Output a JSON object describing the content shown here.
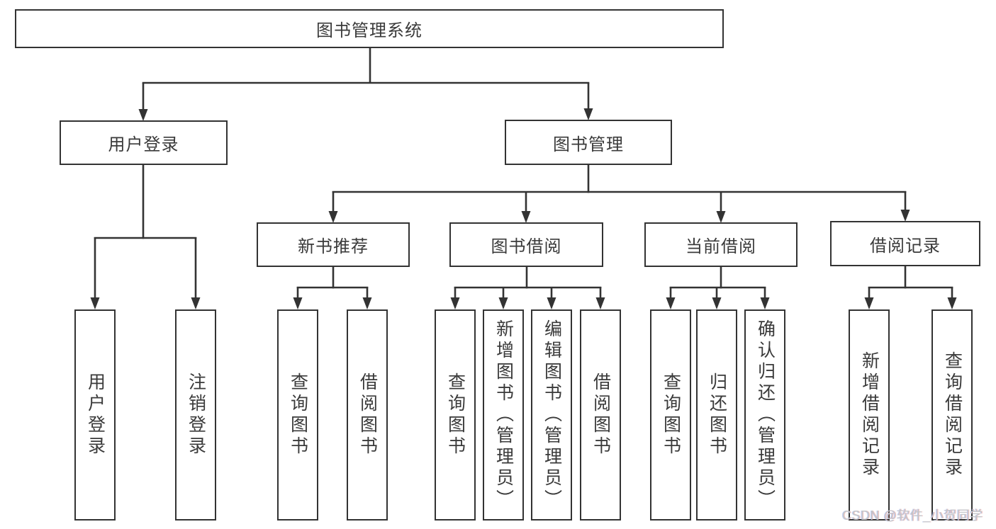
{
  "diagram": {
    "type": "tree",
    "title": "图书管理系统",
    "nodes": [
      {
        "id": "root",
        "label": "图书管理系统"
      },
      {
        "id": "user-login",
        "label": "用户登录"
      },
      {
        "id": "book-management",
        "label": "图书管理"
      },
      {
        "id": "new-book-recommend",
        "label": "新书推荐"
      },
      {
        "id": "book-borrowing",
        "label": "图书借阅"
      },
      {
        "id": "current-borrowing",
        "label": "当前借阅"
      },
      {
        "id": "borrowing-records",
        "label": "借阅记录"
      },
      {
        "id": "leaf-user-login",
        "label": "用户登录"
      },
      {
        "id": "leaf-logout",
        "label": "注销登录"
      },
      {
        "id": "leaf-query-books-1",
        "label": "查询图书"
      },
      {
        "id": "leaf-borrow-books-1",
        "label": "借阅图书"
      },
      {
        "id": "leaf-query-books-2",
        "label": "查询图书"
      },
      {
        "id": "leaf-add-book-admin",
        "label": "新增图书（管理员）"
      },
      {
        "id": "leaf-edit-book-admin",
        "label": "编辑图书（管理员）"
      },
      {
        "id": "leaf-borrow-books-2",
        "label": "借阅图书"
      },
      {
        "id": "leaf-query-books-3",
        "label": "查询图书"
      },
      {
        "id": "leaf-return-book",
        "label": "归还图书"
      },
      {
        "id": "leaf-confirm-return-admin",
        "label": "确认归还（管理员）"
      },
      {
        "id": "leaf-add-borrow-record",
        "label": "新增借阅记录"
      },
      {
        "id": "leaf-query-borrow-record",
        "label": "查询借阅记录"
      }
    ],
    "hierarchy": {
      "图书管理系统": {
        "用户登录": [
          "用户登录",
          "注销登录"
        ],
        "图书管理": {
          "新书推荐": [
            "查询图书",
            "借阅图书"
          ],
          "图书借阅": [
            "查询图书",
            "新增图书（管理员）",
            "编辑图书（管理员）",
            "借阅图书"
          ],
          "当前借阅": [
            "查询图书",
            "归还图书",
            "确认归还（管理员）"
          ],
          "借阅记录": [
            "新增借阅记录",
            "查询借阅记录"
          ]
        }
      }
    }
  },
  "watermark": {
    "text": "CSDN @软件_小贺同学"
  },
  "colors": {
    "line": "#333333",
    "text": "#3a3a3a",
    "background": "#ffffff",
    "watermark": "#c3c6c9"
  }
}
